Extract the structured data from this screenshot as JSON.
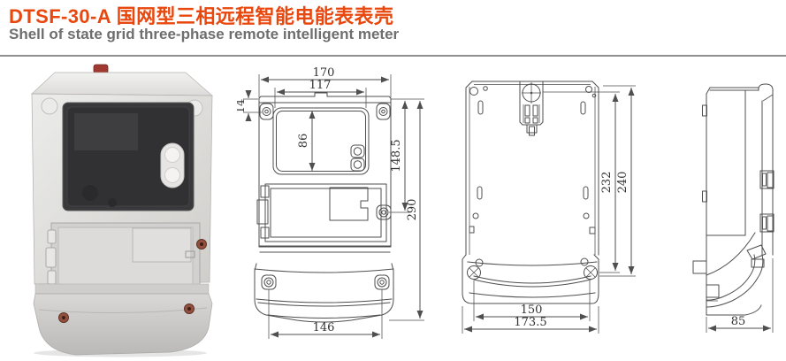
{
  "header": {
    "title": "DTSF-30-A 国网型三相远程智能电能表表壳",
    "subtitle": "Shell of state grid three-phase remote intelligent meter"
  },
  "colors": {
    "title_red": "#e8470e",
    "subtitle_gray": "#6e6e6e",
    "divider_gray": "#8f8f8f",
    "drawing_line": "#4f4f4f",
    "shell_body": "#d8d7d5",
    "window_dark": "#39393b",
    "screw_copper": "#94503f"
  },
  "views": {
    "front": {
      "dims": {
        "overall_width": "170",
        "window_width": "117",
        "top_inset": "14",
        "window_height": "86",
        "upper_height": "148.5",
        "overall_height": "290",
        "bottom_screw_spacing": "146"
      }
    },
    "rear": {
      "dims": {
        "hook_to_screw": "232",
        "mount_height": "240",
        "screw_spacing": "150",
        "cover_width": "173.5"
      }
    },
    "side": {
      "dims": {
        "depth": "85"
      }
    }
  }
}
